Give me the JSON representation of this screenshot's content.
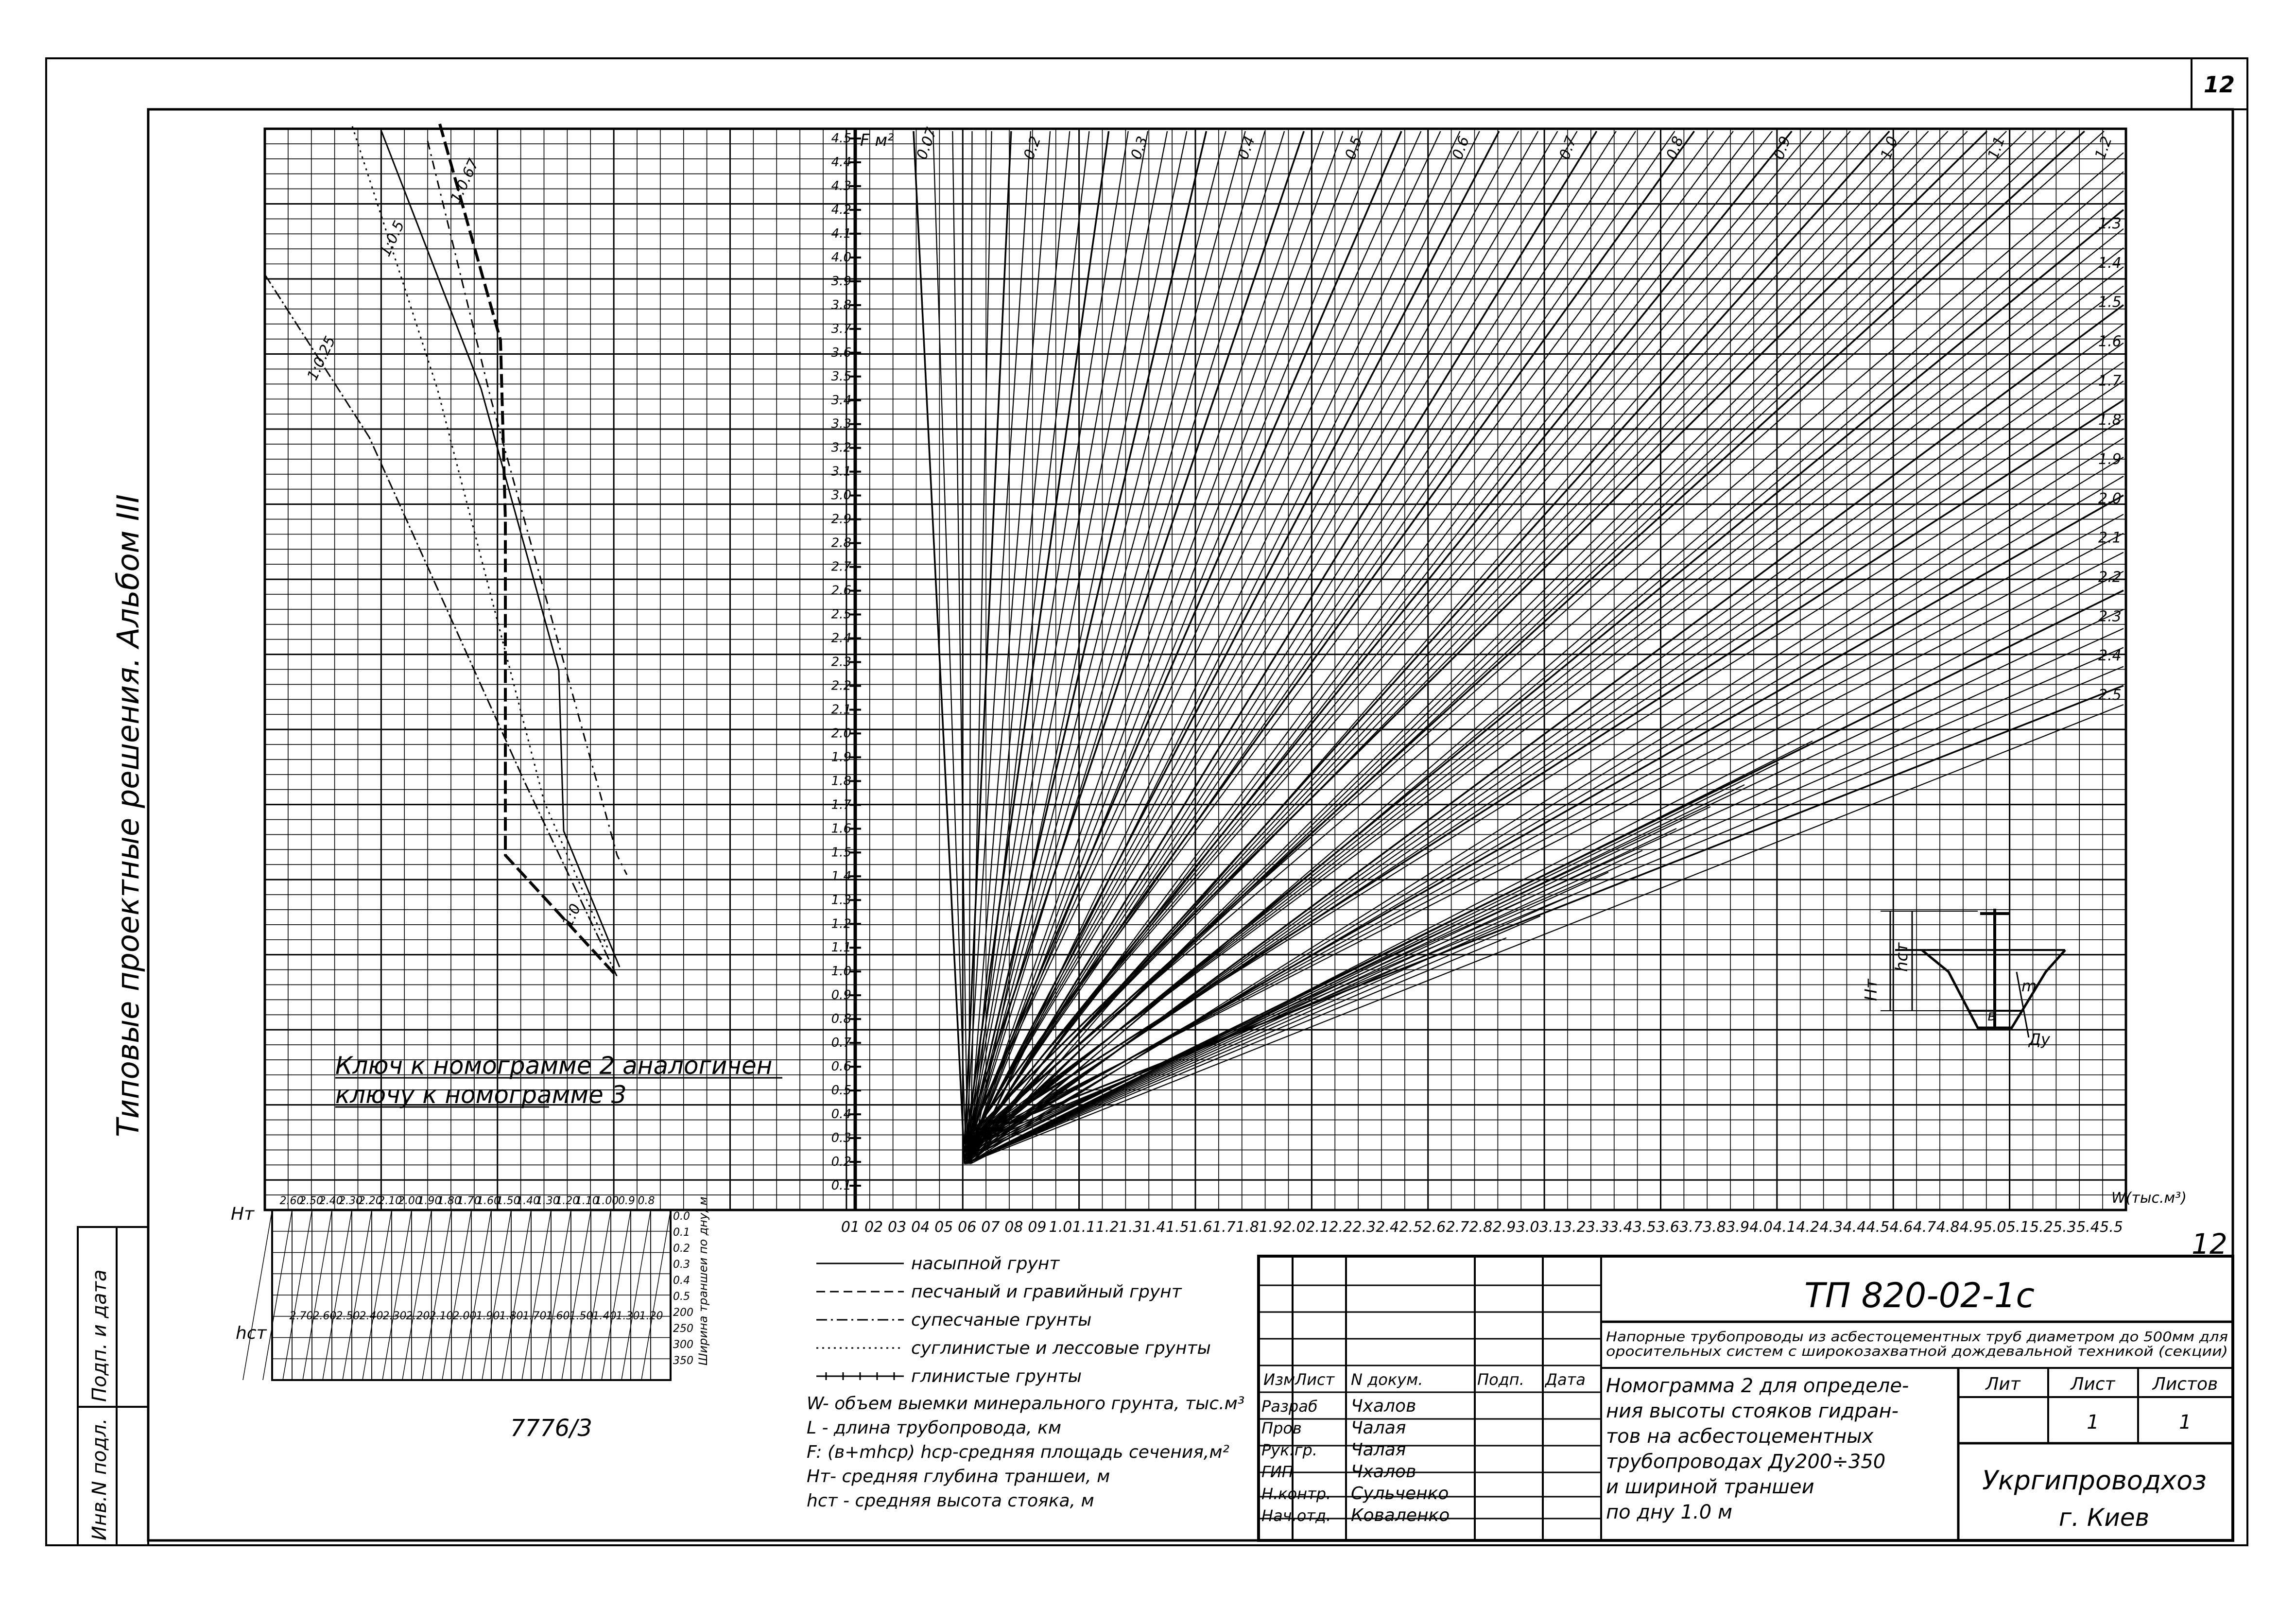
{
  "sheet_number": "12",
  "album_side_text": "Типовые проектные решения. Альбом III",
  "left_stamp": [
    "Инв.N подл.",
    "Подп. и дата"
  ],
  "page_number_small": "12",
  "archive_number": "7776/3",
  "key_note": [
    "Ключ к номограмме 2 аналогичен",
    "ключу к номограмме 3"
  ],
  "nomogram": {
    "f_axis_label": "F м²",
    "w_axis_label": "W(тыс.м³)",
    "f_ticks": [
      "0.1",
      "0.2",
      "0.3",
      "0.4",
      "0.5",
      "0.6",
      "0.7",
      "0.8",
      "0.9",
      "1.0",
      "1.1",
      "1.2",
      "1.3",
      "1.4",
      "1.5",
      "1.6",
      "1.7",
      "1.8",
      "1.9",
      "2.0",
      "2.1",
      "2.2",
      "2.3",
      "2.4",
      "2.5",
      "2.6",
      "2.7",
      "2.8",
      "2.9",
      "3.0",
      "3.1",
      "3.2",
      "3.3",
      "3.4",
      "3.5",
      "3.6",
      "3.7",
      "3.8",
      "3.9",
      "4.0",
      "4.1",
      "4.2",
      "4.3",
      "4.4",
      "4.5"
    ],
    "w_ticks": [
      "01",
      "02",
      "03",
      "04",
      "05",
      "06",
      "07",
      "08",
      "09",
      "1.0",
      "1.1",
      "1.2",
      "1.3",
      "1.4",
      "1.5",
      "1.6",
      "1.7",
      "1.8",
      "1.9",
      "2.0",
      "2.1",
      "2.2",
      "2.3",
      "2.4",
      "2.5",
      "2.6",
      "2.7",
      "2.8",
      "2.9",
      "3.0",
      "3.1",
      "3.2",
      "3.3",
      "3.4",
      "3.5",
      "3.6",
      "3.7",
      "3.8",
      "3.9",
      "4.0",
      "4.1",
      "4.2",
      "4.3",
      "4.4",
      "4.5",
      "4.6",
      "4.7",
      "4.8",
      "4.9",
      "5.0",
      "5.1",
      "5.2",
      "5.3",
      "5.4",
      "5.5"
    ],
    "l_top_labels": [
      "0.07",
      "0.2",
      "0.3",
      "0.4",
      "0.5",
      "0.6",
      "0.7",
      "0.8",
      "0.9",
      "1.0",
      "1.1",
      "1.2"
    ],
    "l_right_labels": [
      "1.3",
      "1.4",
      "1.5",
      "1.6",
      "1.7",
      "1.8",
      "1.9",
      "2.0",
      "2.1",
      "2.2",
      "2.3",
      "2.4",
      "2.5"
    ],
    "hcp_ticks": [
      "2.60",
      "2.50",
      "2.40",
      "2.30",
      "2.20",
      "2.10",
      "2.00",
      "1.90",
      "1.80",
      "1.70",
      "1.60",
      "1.50",
      "1.40",
      "1.30",
      "1.20",
      "1.10",
      "1.00",
      "0.9",
      "0.8"
    ],
    "hst_ticks": [
      "2.70",
      "2.60",
      "2.50",
      "2.40",
      "2.30",
      "2.20",
      "2.10",
      "2.00",
      "1.90",
      "1.80",
      "1.70",
      "1.60",
      "1.50",
      "1.40",
      "1.30",
      "1.20"
    ],
    "ht_label": "Нт",
    "hst_label": "hст",
    "slope_labels": [
      "1:0.67",
      "1:0.5",
      "1:0.25",
      "1:0"
    ],
    "right_scale_ticks": [
      "0.0",
      "0.1",
      "0.2",
      "0.3",
      "0.4",
      "0.5",
      "200",
      "250",
      "300",
      "350"
    ],
    "right_scale_caption": "Ширина траншеи по дну, м"
  },
  "legend": [
    {
      "style": "solid",
      "text": "насыпной грунт"
    },
    {
      "style": "dashed",
      "text": "песчаный и гравийный грунт"
    },
    {
      "style": "dashdot",
      "text": "супесчаные грунты"
    },
    {
      "style": "dotted",
      "text": "суглинистые и лессовые грунты"
    },
    {
      "style": "cross",
      "text": "глинистые грунты"
    }
  ],
  "notes": [
    "W- объем выемки минерального грунта, тыс.м³",
    "L - длина трубопровода, км",
    "F: (в+mhср) hср-средняя площадь сечения,м²",
    "Hт- средняя глубина траншеи, м",
    "hст - средняя высота стояка, м"
  ],
  "section_labels": [
    "Hт",
    "hст",
    "m",
    "в",
    "Ду"
  ],
  "title_block": {
    "doc_code": "ТП 820-02-1с",
    "project_title": "Напорные трубопроводы из асбестоцементных труб диаметром до 500мм для оросительных систем с широкозахватной дождевальной техникой (секции)",
    "sheet_title": [
      "Номограмма 2 для определе-",
      "ния высоты стояков гидран-",
      "тов на асбестоцементных",
      "трубопроводах Ду200÷350",
      "и шириной траншеи",
      "по дну 1.0 м"
    ],
    "head_cols": [
      "Изм",
      "Лист",
      "N докум.",
      "Подп.",
      "Дата"
    ],
    "roles": [
      {
        "role": "Разраб",
        "name": "Чхалов"
      },
      {
        "role": "Пров",
        "name": "Чалая"
      },
      {
        "role": "Рук.гр.",
        "name": "Чалая"
      },
      {
        "role": "ГИП",
        "name": "Чхалов"
      },
      {
        "role": "Н.контр.",
        "name": "Сульченко"
      },
      {
        "role": "Нач.отд.",
        "name": "Коваленко"
      }
    ],
    "lit_header": [
      "Лит",
      "Лист",
      "Листов"
    ],
    "lit_values": [
      "",
      "1",
      "1"
    ],
    "organization": [
      "Укргипроводхоз",
      "г. Киев"
    ]
  }
}
